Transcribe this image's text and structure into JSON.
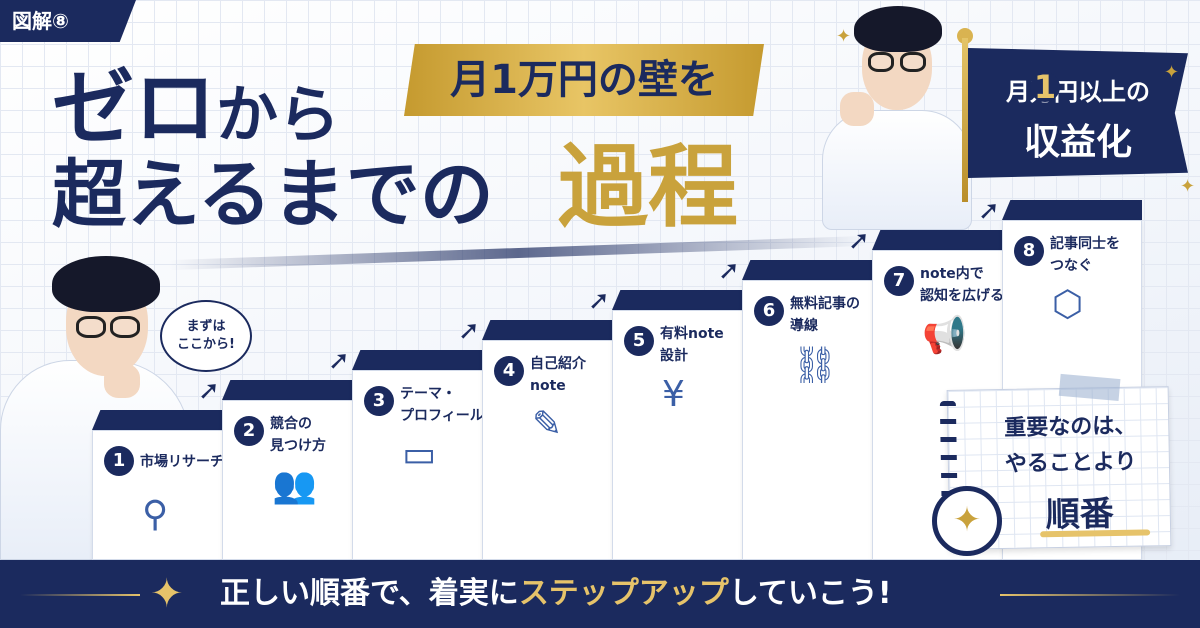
{
  "badge": "図解⑧",
  "banner": "月1万円の壁を",
  "title": {
    "line1_main": "ゼロ",
    "line1_small": "から",
    "line2": "超えるまでの",
    "highlight": "過程"
  },
  "goal_flag": {
    "prefix": "月",
    "number": "1",
    "suffix": "万円以上の",
    "line2": "収益化"
  },
  "speech_bubble": {
    "line1": "まずは",
    "line2": "ここから!"
  },
  "steps": [
    {
      "number": "1",
      "line1": "市場リサーチ",
      "line2": "",
      "icon": "search-icon"
    },
    {
      "number": "2",
      "line1": "競合の",
      "line2": "見つけ方",
      "icon": "users-icon"
    },
    {
      "number": "3",
      "line1": "テーマ・",
      "line2": "プロフィール",
      "icon": "profile-card-icon"
    },
    {
      "number": "4",
      "line1": "自己紹介",
      "line2": "note",
      "icon": "edit-document-icon"
    },
    {
      "number": "5",
      "line1": "有料note",
      "line2": "設計",
      "icon": "yen-document-icon"
    },
    {
      "number": "6",
      "line1": "無料記事の",
      "line2": "導線",
      "icon": "link-icon"
    },
    {
      "number": "7",
      "line1": "note内で",
      "line2": "認知を広げる",
      "icon": "megaphone-icon"
    },
    {
      "number": "8",
      "line1": "記事同士を",
      "line2": "つなぐ",
      "icon": "network-icon"
    }
  ],
  "memo": {
    "line1": "重要なのは、",
    "line2": "やることより",
    "line3": "順番"
  },
  "footer": {
    "before": "正しい順番で、着実に",
    "highlight": "ステップアップ",
    "after": "していこう!"
  },
  "colors": {
    "navy": "#1b2a5e",
    "gold": "#c9a23c",
    "accent_blue": "#3b5fa6"
  }
}
